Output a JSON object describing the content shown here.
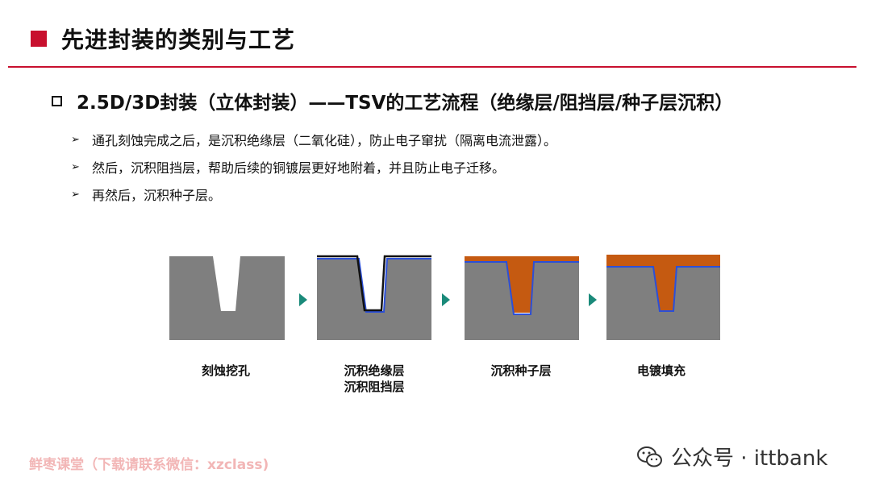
{
  "header": {
    "title": "先进封装的类别与工艺"
  },
  "section": {
    "title": "2.5D/3D封装（立体封装）——TSV的工艺流程（绝缘层/阻挡层/种子层沉积）"
  },
  "bullets": [
    "通孔刻蚀完成之后，是沉积绝缘层（二氧化硅），防止电子窜扰（隔离电流泄露）。",
    "然后，沉积阻挡层，帮助后续的铜镀层更好地附着，并且防止电子迁移。",
    "再然后，沉积种子层。"
  ],
  "steps": [
    {
      "label_line1": "刻蚀挖孔",
      "label_line2": ""
    },
    {
      "label_line1": "沉积绝缘层",
      "label_line2": "沉积阻挡层"
    },
    {
      "label_line1": "沉积种子层",
      "label_line2": ""
    },
    {
      "label_line1": "电镀填充",
      "label_line2": ""
    }
  ],
  "colors": {
    "accent": "#c8102e",
    "substrate": "#7f7f7f",
    "barrier": "#2b4fd8",
    "copper": "#c55a11",
    "arrow": "#1a8a7a"
  },
  "watermarks": {
    "left": "鲜枣课堂（下载请联系微信：xzclass)",
    "right": "公众号 · ittbank"
  }
}
